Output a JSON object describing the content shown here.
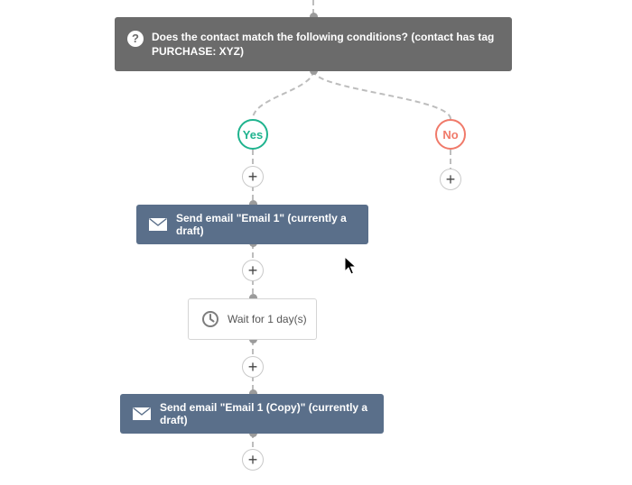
{
  "condition": {
    "icon": "question-mark-icon",
    "text": "Does the contact match the following conditions? (contact has tag PURCHASE: XYZ)"
  },
  "branches": {
    "yes_label": "Yes",
    "no_label": "No"
  },
  "add_button_label": "+",
  "actions": {
    "email1": {
      "icon": "envelope-icon",
      "text": "Send email \"Email 1\" (currently a draft)"
    },
    "wait": {
      "icon": "clock-icon",
      "text": "Wait for 1 day(s)"
    },
    "email2": {
      "icon": "envelope-icon",
      "text": "Send email \"Email 1 (Copy)\" (currently a draft)"
    }
  },
  "colors": {
    "condition_bg": "#6b6b6b",
    "yes": "#1fb38e",
    "no": "#f07a6a",
    "email_bg": "#5a6f8a",
    "connector": "#bdbdbd"
  }
}
